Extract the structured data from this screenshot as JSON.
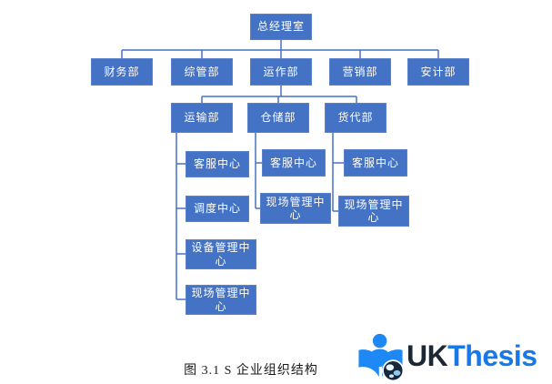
{
  "figure": {
    "caption": "图 3.1 S 企业组织结构"
  },
  "org": {
    "root": {
      "label": "总经理室"
    },
    "level2": [
      {
        "label": "财务部"
      },
      {
        "label": "综管部"
      },
      {
        "label": "运作部"
      },
      {
        "label": "营销部"
      },
      {
        "label": "安计部"
      }
    ],
    "level3": [
      {
        "label": "运输部"
      },
      {
        "label": "仓储部"
      },
      {
        "label": "货代部"
      }
    ],
    "transport_children": [
      {
        "label": "客服中心"
      },
      {
        "label": "调度中心"
      },
      {
        "label": "设备管理中心"
      },
      {
        "label": "现场管理中心"
      }
    ],
    "warehouse_children": [
      {
        "label": "客服中心"
      },
      {
        "label": "现场管理中心"
      }
    ],
    "freight_children": [
      {
        "label": "客服中心"
      },
      {
        "label": "现场管理中心"
      }
    ]
  },
  "logo": {
    "text_uk": "UK",
    "text_thesis": "Thesis",
    "icon": "open-book-person-globe",
    "color_uk": "#1b2735",
    "color_thesis": "#1778e8",
    "color_icon": "#1e88f5"
  },
  "colors": {
    "box_fill": "#4472c4",
    "box_text": "#ffffff",
    "connector": "#4472c4"
  }
}
